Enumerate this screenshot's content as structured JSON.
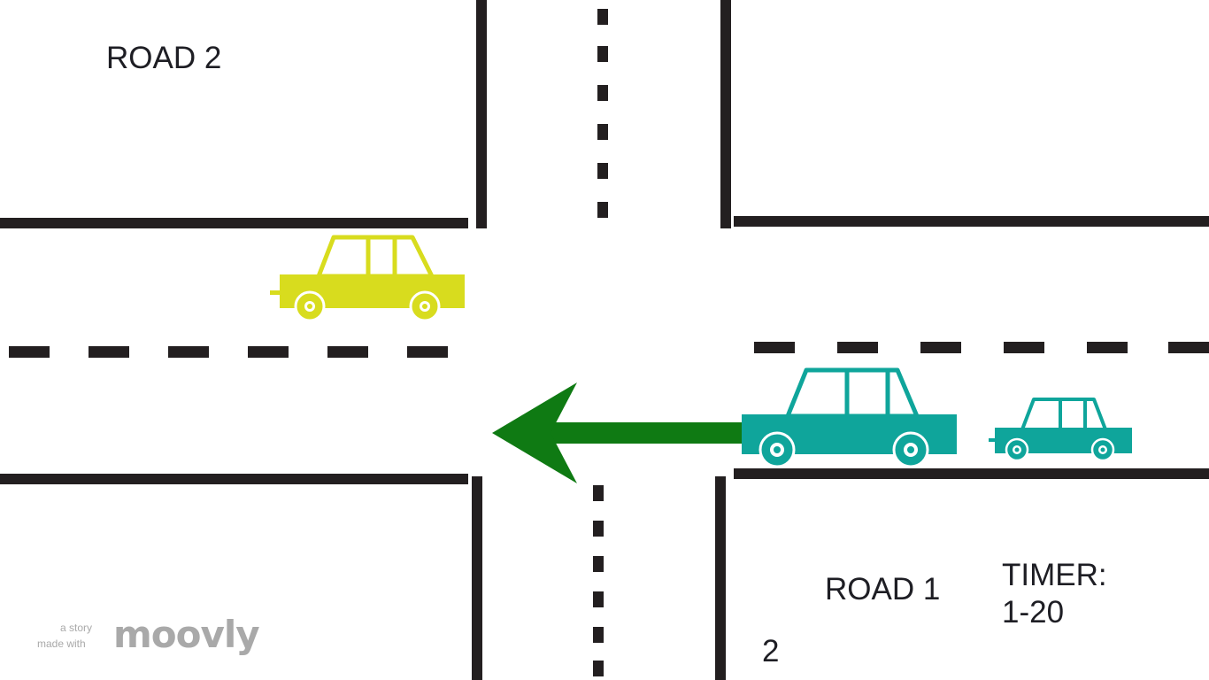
{
  "scene": {
    "road2_label": "ROAD 2",
    "road1_label": "ROAD 1",
    "timer_heading": "TIMER:",
    "timer_value": "1-20",
    "count": "2"
  },
  "watermark": {
    "line1": "a story",
    "line2": "made with",
    "brand": "moovly"
  },
  "colors": {
    "road_line": "#231f20",
    "yellow_car": "#d8dc1e",
    "teal_car": "#0fa59b",
    "arrow": "#0f7a13",
    "watermark": "#a9a9a9",
    "background": "#ffffff"
  },
  "objects": {
    "yellow_car_icon": "car-icon",
    "teal_car_icon": "car-icon",
    "direction_arrow_icon": "arrow-left-icon"
  }
}
